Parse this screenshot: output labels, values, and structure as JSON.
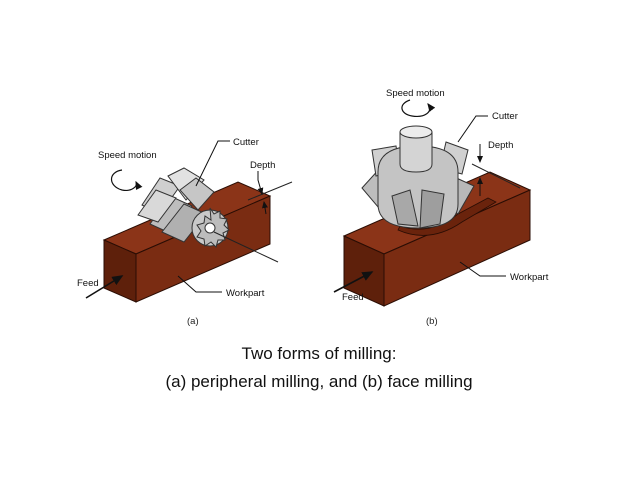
{
  "diagram_a": {
    "sublabel": "(a)",
    "labels": {
      "speed_motion": "Speed motion",
      "cutter": "Cutter",
      "depth": "Depth",
      "feed": "Feed",
      "workpart": "Workpart"
    }
  },
  "diagram_b": {
    "sublabel": "(b)",
    "labels": {
      "speed_motion": "Speed motion",
      "cutter": "Cutter",
      "depth": "Depth",
      "feed": "Feed",
      "workpart": "Workpart"
    }
  },
  "caption": {
    "line1": "Two forms of milling:",
    "line2": "(a)  peripheral milling, and (b) face milling"
  },
  "colors": {
    "workpart_top": "#8b3418",
    "workpart_front": "#7a2c12",
    "workpart_side": "#5e200b",
    "cutter_light": "#d9d9d9",
    "cutter_mid": "#b5b5b5",
    "cutter_dark": "#8f8f8f"
  }
}
